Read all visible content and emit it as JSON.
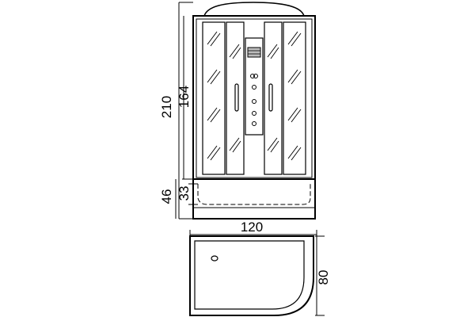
{
  "dimensions": {
    "total_height": "210",
    "cabin_height": "164",
    "tray_height": "46",
    "tray_inner_height": "33",
    "width": "120",
    "depth": "80"
  }
}
